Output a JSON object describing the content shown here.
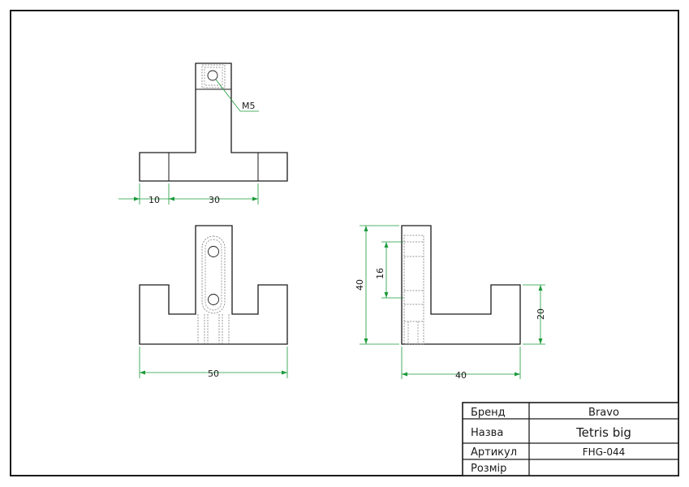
{
  "drawing": {
    "annotations": {
      "thread": "M5"
    },
    "dimensions": {
      "top_left_width": "10",
      "top_center_width": "30",
      "front_overall_width": "50",
      "side_overall_height": "40",
      "side_slot_height": "16",
      "side_right_height": "20",
      "side_overall_width": "40"
    }
  },
  "title_block": {
    "brand_label": "Бренд",
    "brand_value": "Bravo",
    "name_label": "Назва",
    "name_value": "Tetris big",
    "article_label": "Артикул",
    "article_value": "FHG-044",
    "size_label": "Розмір",
    "size_value": ""
  },
  "colors": {
    "outline": "#1a1a1a",
    "dimension": "#1a9a3a",
    "hidden": "#7a7a7a"
  }
}
